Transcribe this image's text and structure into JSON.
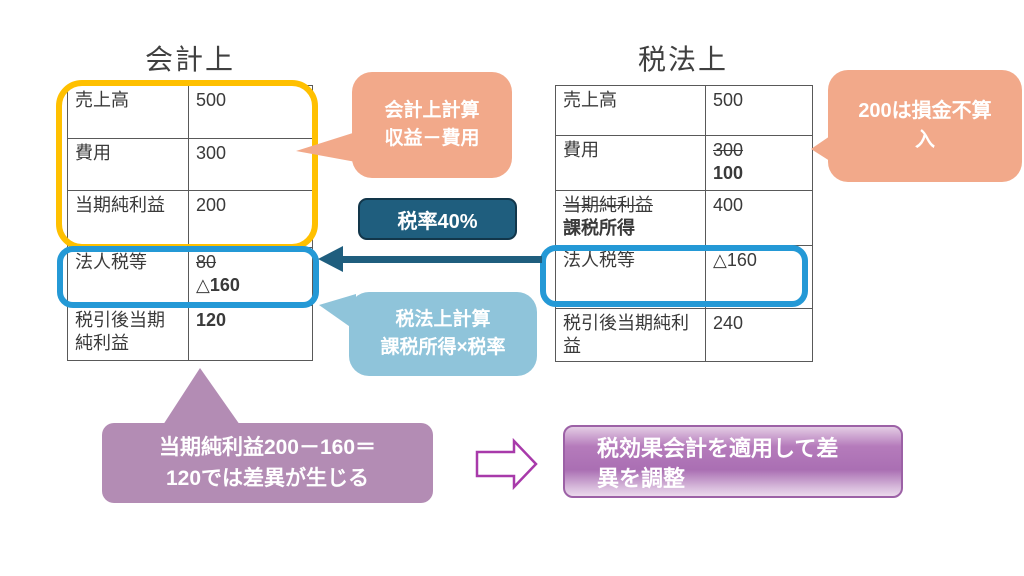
{
  "titles": {
    "accounting": "会計上",
    "tax": "税法上"
  },
  "accounting_table": {
    "rows": [
      {
        "label": "売上高",
        "value": "500"
      },
      {
        "label": "費用",
        "value": "300"
      },
      {
        "label": "当期純利益",
        "value": "200"
      },
      {
        "label": "法人税等",
        "value_old": "80",
        "value_new": "△160"
      },
      {
        "label": "税引後当期純利益",
        "value": "120"
      }
    ]
  },
  "tax_table": {
    "rows": [
      {
        "label": "売上高",
        "value": "500"
      },
      {
        "label": "費用",
        "value_old": "300",
        "value_new": "100"
      },
      {
        "label_old": "当期純利益",
        "label_new": "課税所得",
        "value": "400"
      },
      {
        "label": "法人税等",
        "value": "△160"
      },
      {
        "label": "税引後当期純利益",
        "value": "240"
      }
    ]
  },
  "callouts": {
    "accounting_calc": {
      "line1": "会計上計算",
      "line2": "収益－費用"
    },
    "tax_rate_label": "税率40%",
    "tax_calc": {
      "line1": "税法上計算",
      "line2": "課税所得×税率"
    },
    "non_deductible": {
      "line1": "200は損金不算",
      "line2": "入"
    },
    "difference": {
      "line1": "当期純利益200－160＝",
      "line2": "120では差異が生じる"
    },
    "adjustment": {
      "line1": "税効果会計を適用して差",
      "line2": "異を調整"
    }
  },
  "colors": {
    "salmon": "#F2A98A",
    "dark_teal": "#1F5E7E",
    "light_blue": "#8FC4DA",
    "purple": "#B38CB4",
    "highlight_yellow": "#FFC000",
    "highlight_blue": "#2499D6",
    "magenta_arrow_outline": "#A83AAA",
    "table_border": "#595959"
  }
}
